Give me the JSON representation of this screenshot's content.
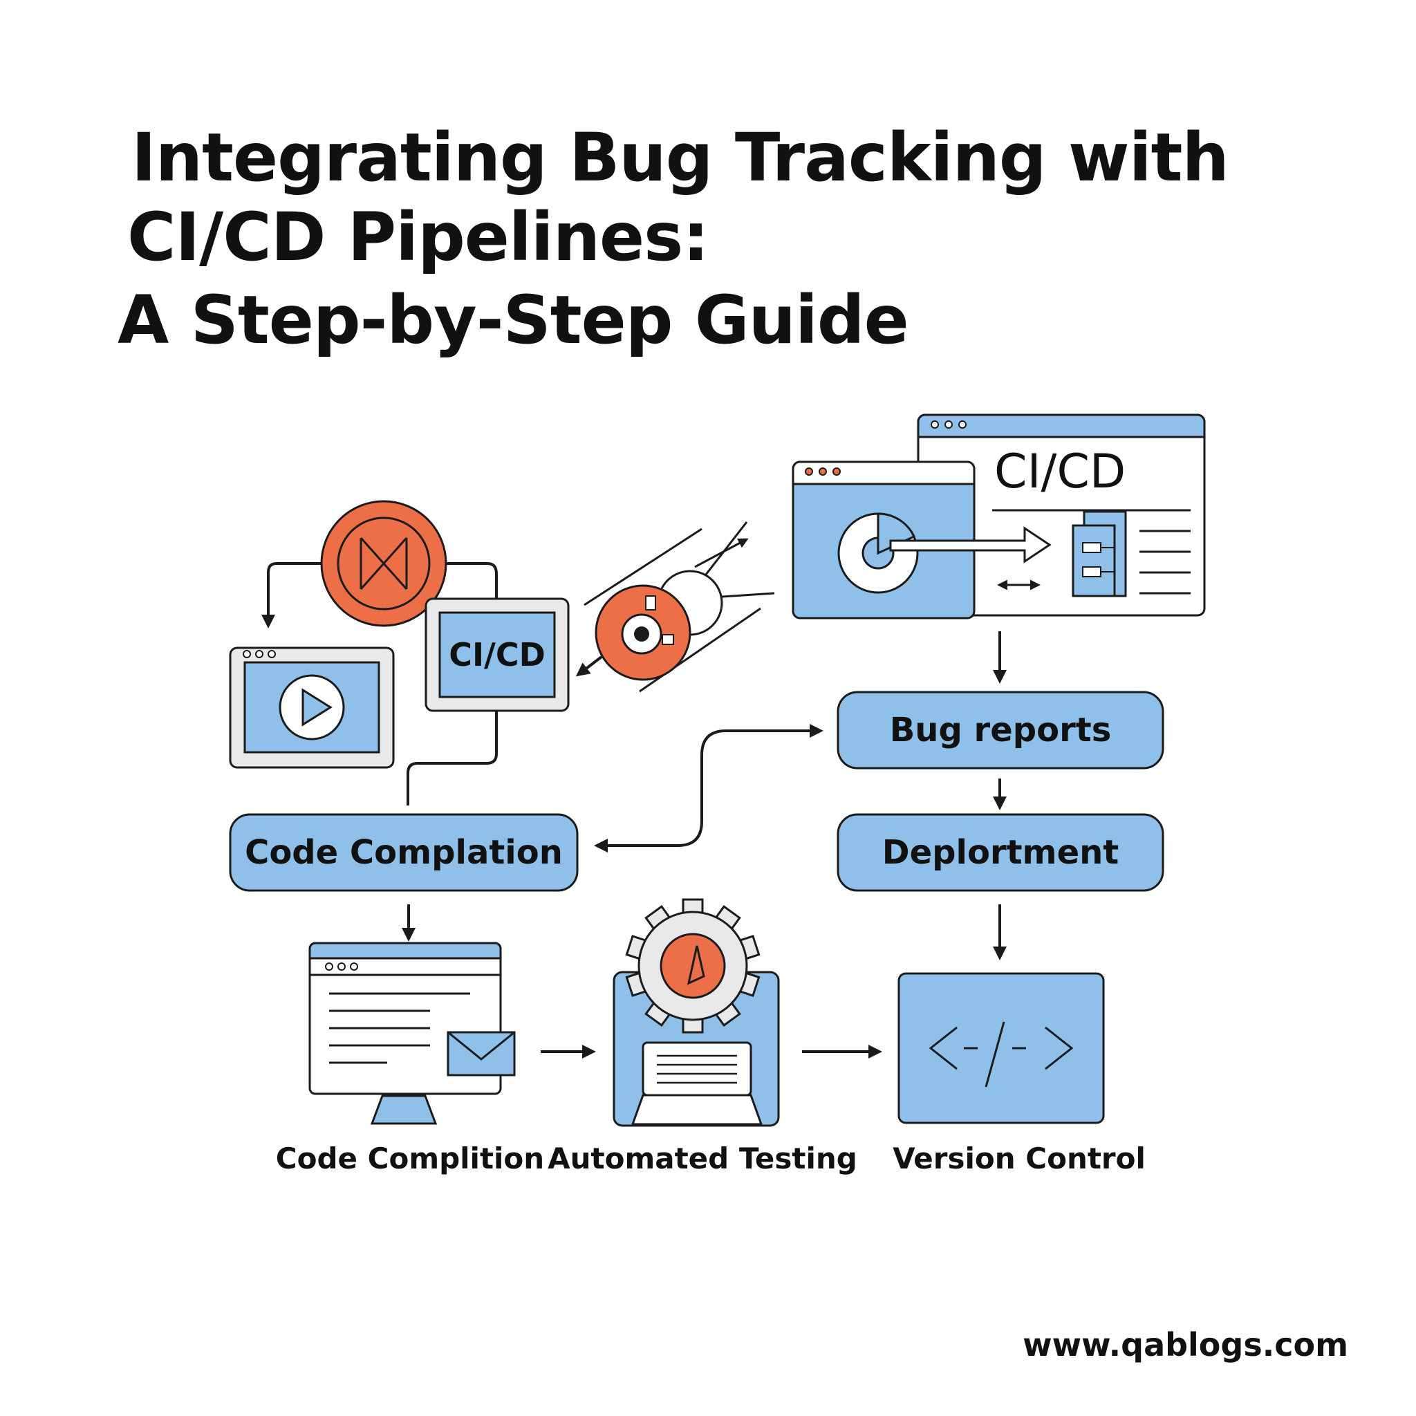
{
  "title": {
    "line1": "Integrating Bug Tracking with",
    "line2": "CI/CD Pipelines:",
    "line3": "A Step-by-Step Guide"
  },
  "diagram": {
    "window_label_large": "CI/CD",
    "monitor_label": "CI/CD",
    "pills": {
      "bug_reports": "Bug reports",
      "deployment": "Deplortment",
      "code_compilation": "Code Complation"
    },
    "captions": {
      "code_completion": "Code Complition",
      "automated_testing": "Automated Testing",
      "version_control": "Version Control"
    },
    "code_symbol": "</>",
    "colors": {
      "accent_blue": "#8fc0ea",
      "accent_orange": "#ec6f47",
      "outline": "#1b1b1b"
    }
  },
  "footer": {
    "website": "www.qablogs.com"
  }
}
